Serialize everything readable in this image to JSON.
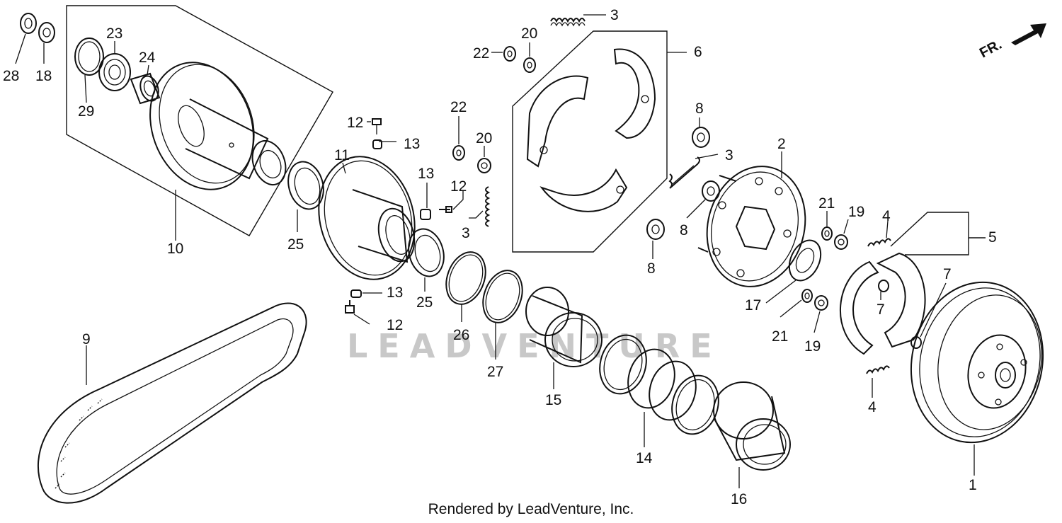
{
  "footer_text": "Rendered by LeadVenture, Inc.",
  "watermark_text": "LEADVENTURE",
  "direction_label": "FR.",
  "callouts": {
    "c1": "1",
    "c2": "2",
    "c3a": "3",
    "c3b": "3",
    "c3c": "3",
    "c4a": "4",
    "c4b": "4",
    "c5": "5",
    "c6": "6",
    "c7a": "7",
    "c7b": "7",
    "c8a": "8",
    "c8b": "8",
    "c8c": "8",
    "c9": "9",
    "c10": "10",
    "c11": "11",
    "c12a": "12",
    "c12b": "12",
    "c12c": "12",
    "c13a": "13",
    "c13b": "13",
    "c13c": "13",
    "c14": "14",
    "c15": "15",
    "c16": "16",
    "c17": "17",
    "c18": "18",
    "c19a": "19",
    "c19b": "19",
    "c20a": "20",
    "c20b": "20",
    "c21a": "21",
    "c21b": "21",
    "c22a": "22",
    "c22b": "22",
    "c23": "23",
    "c24": "24",
    "c25a": "25",
    "c25b": "25",
    "c26": "26",
    "c27": "27",
    "c28": "28",
    "c29": "29"
  }
}
